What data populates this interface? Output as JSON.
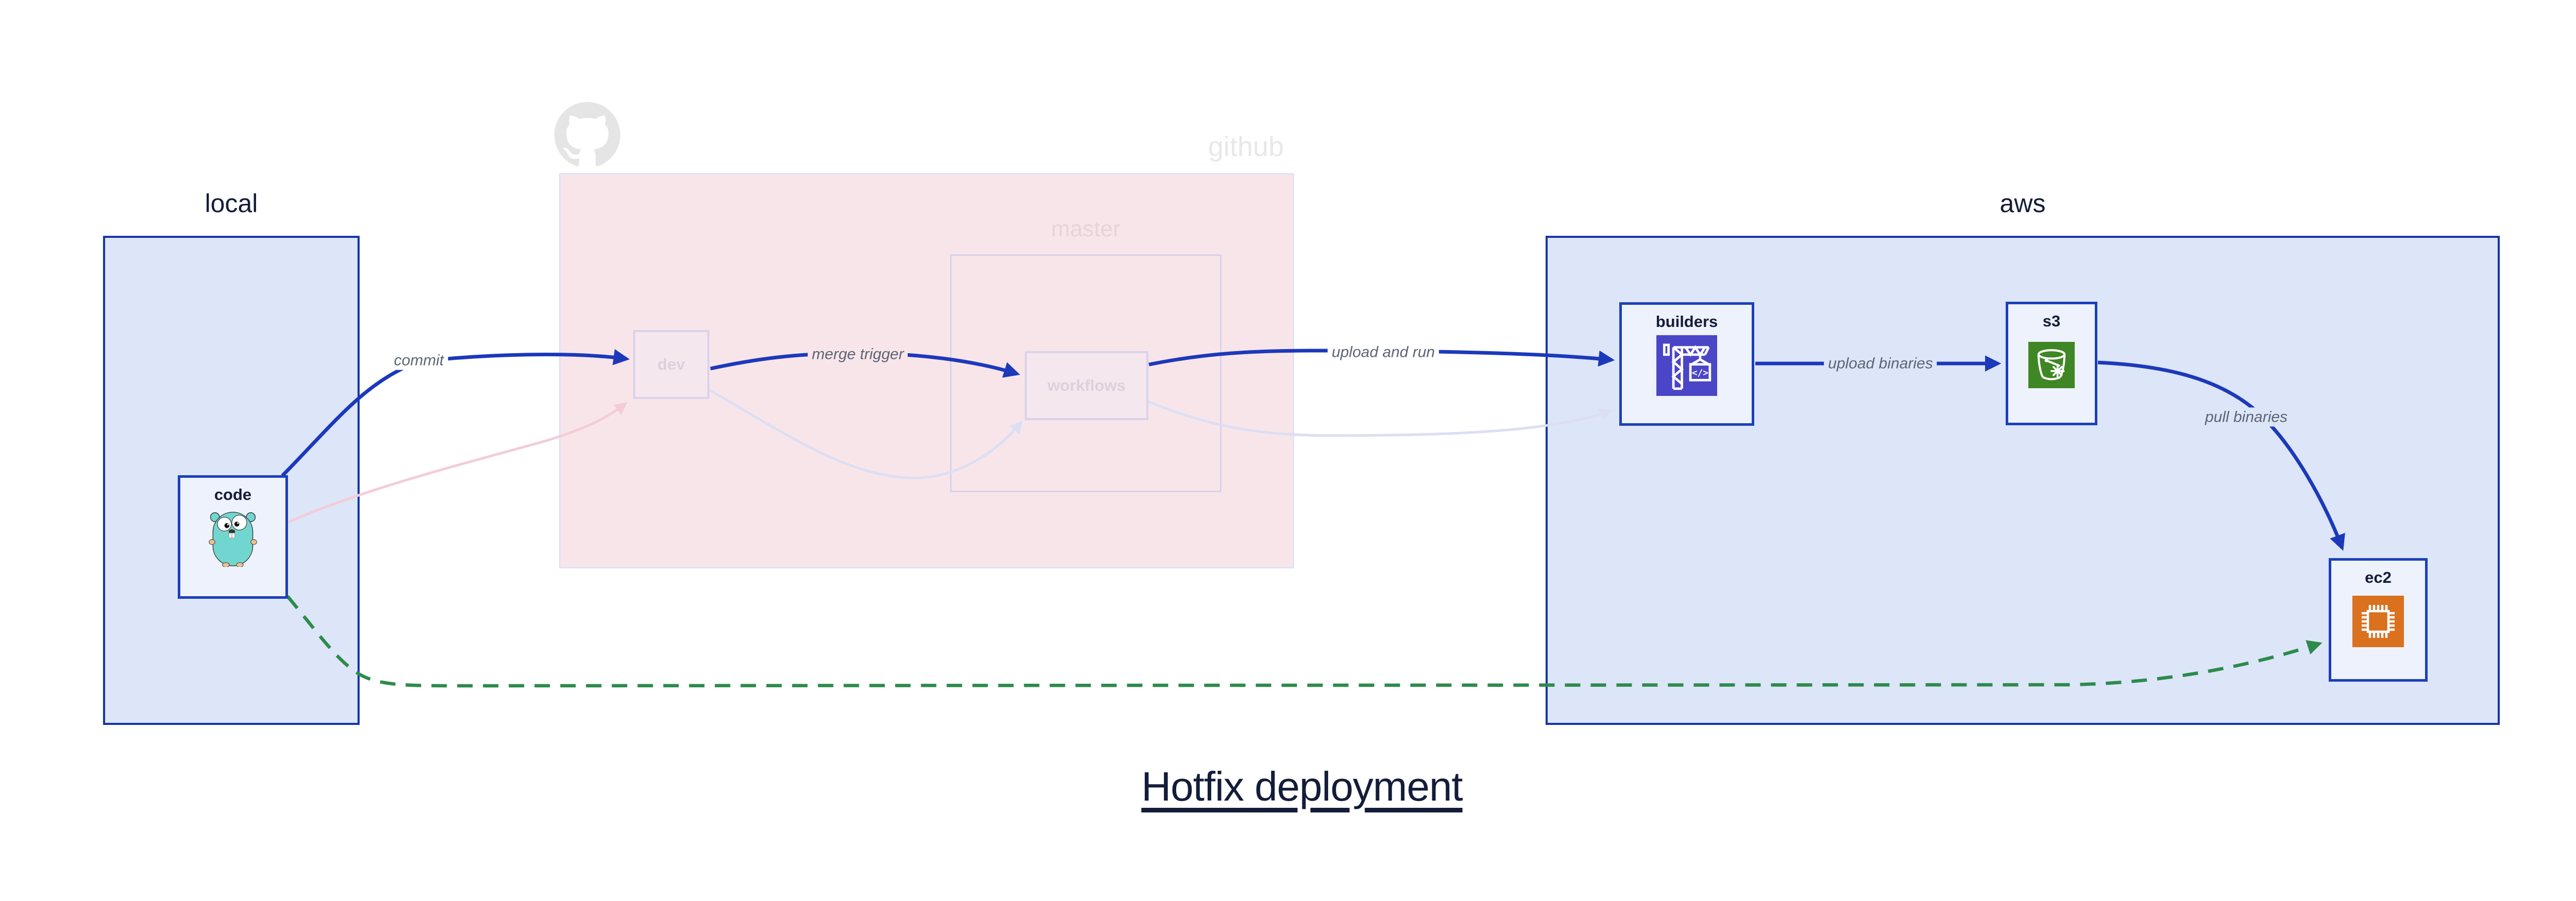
{
  "title": "Hotfix deployment",
  "groups": {
    "local": {
      "label": "local"
    },
    "github": {
      "label": "github"
    },
    "master": {
      "label": "master"
    },
    "aws": {
      "label": "aws"
    }
  },
  "nodes": {
    "code": {
      "label": "code",
      "icon": "gopher-icon"
    },
    "dev": {
      "label": "dev"
    },
    "workflows": {
      "label": "workflows"
    },
    "builders": {
      "label": "builders",
      "icon": "codebuild-crane-icon",
      "icon_glyph": "</>"
    },
    "s3": {
      "label": "s3",
      "icon": "s3-bucket-icon"
    },
    "ec2": {
      "label": "ec2",
      "icon": "ec2-chip-icon"
    }
  },
  "edges": {
    "commit": {
      "label": "commit",
      "from": "code",
      "to": "dev",
      "style": "solid-blue"
    },
    "merge_trigger": {
      "label": "merge trigger",
      "from": "dev",
      "to": "workflows",
      "style": "solid-blue"
    },
    "upload_and_run": {
      "label": "upload and run",
      "from": "workflows",
      "to": "builders",
      "style": "solid-blue"
    },
    "upload_binaries": {
      "label": "upload binaries",
      "from": "builders",
      "to": "s3",
      "style": "solid-blue"
    },
    "pull_binaries": {
      "label": "pull binaries",
      "from": "s3",
      "to": "ec2",
      "style": "solid-blue"
    },
    "hotfix_shortcut": {
      "from": "code",
      "to": "ec2",
      "style": "dashed-green"
    },
    "faded_commit": {
      "from": "code",
      "to": "dev",
      "style": "faded-pink"
    },
    "faded_merge": {
      "from": "dev",
      "to": "workflows",
      "style": "faded-lavender"
    },
    "faded_run": {
      "from": "workflows",
      "to": "builders",
      "style": "faded-lavender"
    }
  },
  "colors": {
    "blue-border": "#1535a8",
    "blue-node-border": "#1b40bb",
    "blue-arrow": "#1c39bb",
    "periwinkle": "#dde5f8",
    "node-fill": "#eef2fc",
    "pink": "#f8e5ea",
    "pink-node": "#f5e7ee",
    "pink-box-border": "#dfe4f6",
    "lavender-border": "#d9d3ea",
    "faded-pink": "#f2cdd9",
    "faded-lavender": "#dcdff3",
    "green": "#2d8b4b",
    "edge-label": "#5d6575",
    "dark": "#141c3a",
    "faded-github-text": "#e8e8e8",
    "faded-master-text": "#e9d2db",
    "faded-node-text": "#ddd0dc",
    "codebuild-indigo": "#4b45c8",
    "s3-green": "#3f8624",
    "ec2-orange": "#d9711f",
    "gopher-teal": "#72d6d0"
  }
}
